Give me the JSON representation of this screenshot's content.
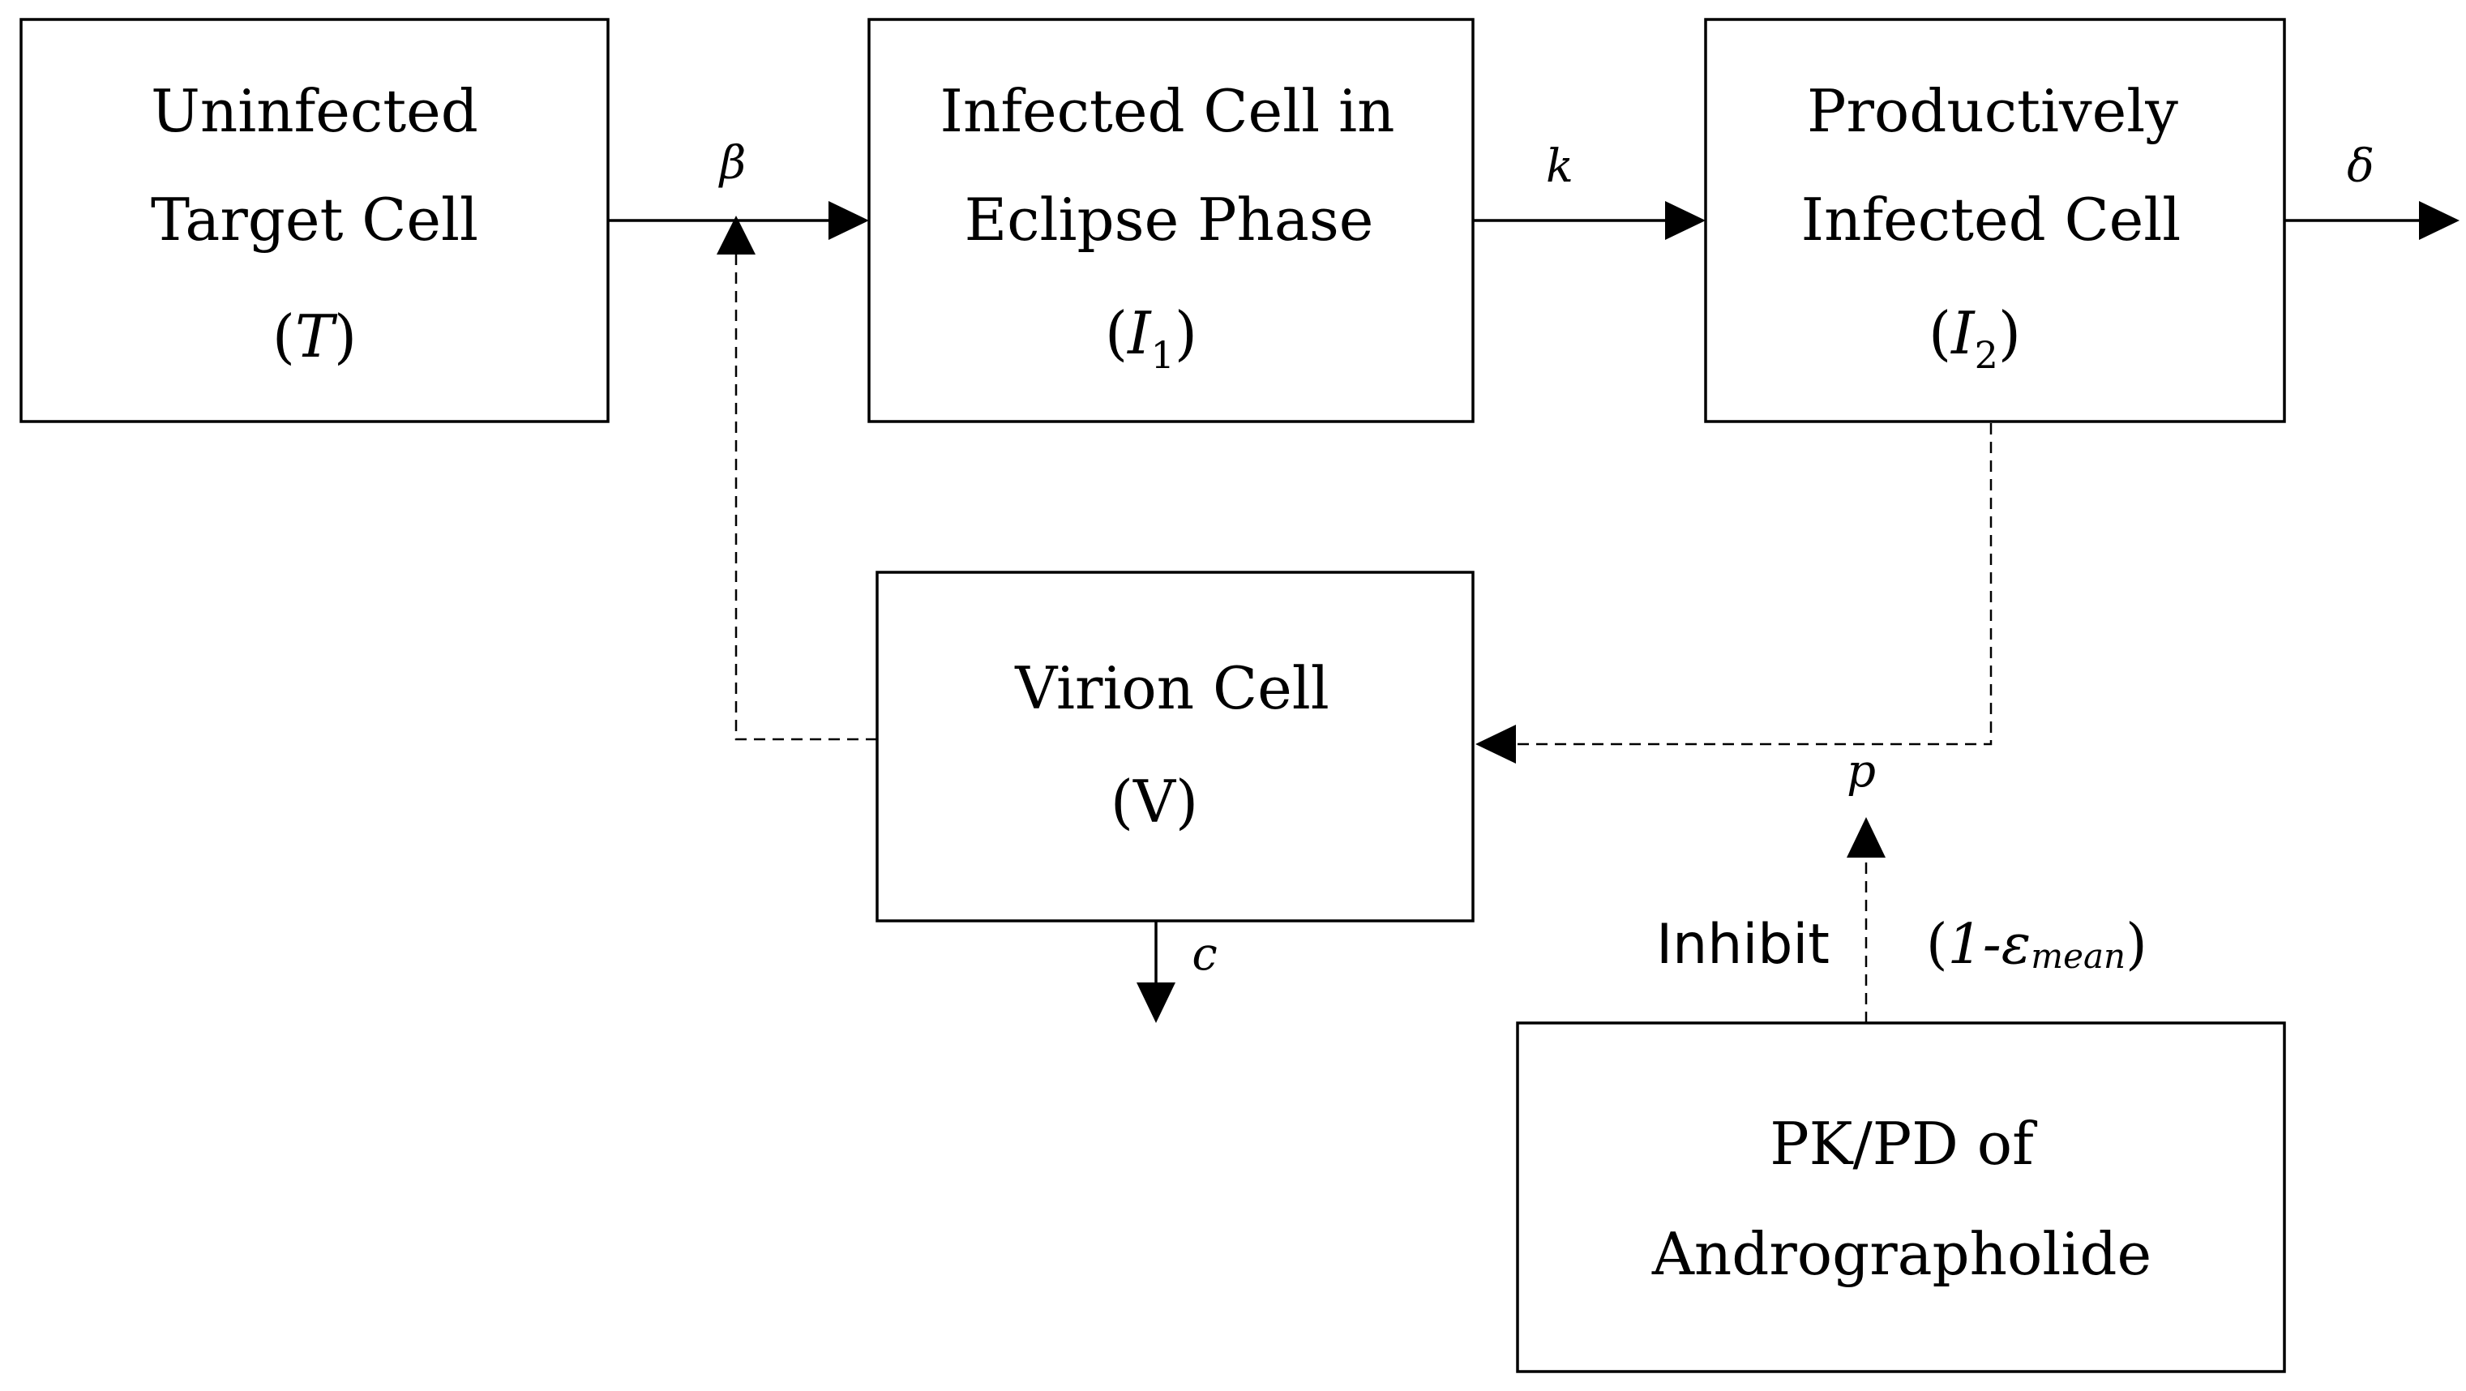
{
  "boxes": {
    "target": {
      "line1": "Uninfected",
      "line2": "Target Cell",
      "symbol_open": "(",
      "symbol": "T",
      "symbol_close": ")"
    },
    "eclipse": {
      "line1": "Infected Cell in",
      "line2": "Eclipse Phase",
      "symbol_open": "(",
      "symbol": "I",
      "symbol_sub": "1",
      "symbol_close": ")"
    },
    "productive": {
      "line1": "Productively",
      "line2": "Infected Cell",
      "symbol_open": "(",
      "symbol": "I",
      "symbol_sub": "2",
      "symbol_close": ")"
    },
    "virion": {
      "line1": "Virion Cell",
      "line2": "(V)"
    },
    "pkpd": {
      "line1": "PK/PD of",
      "line2": "Andrographolide"
    }
  },
  "parameters": {
    "beta": "β",
    "k": "k",
    "delta": "δ",
    "c": "c",
    "p": "p"
  },
  "inhibit": {
    "label": "Inhibit",
    "formula_open": "(",
    "formula_one": "1-",
    "formula_epsilon": "ε",
    "formula_sub": "mean",
    "formula_close": ")"
  }
}
